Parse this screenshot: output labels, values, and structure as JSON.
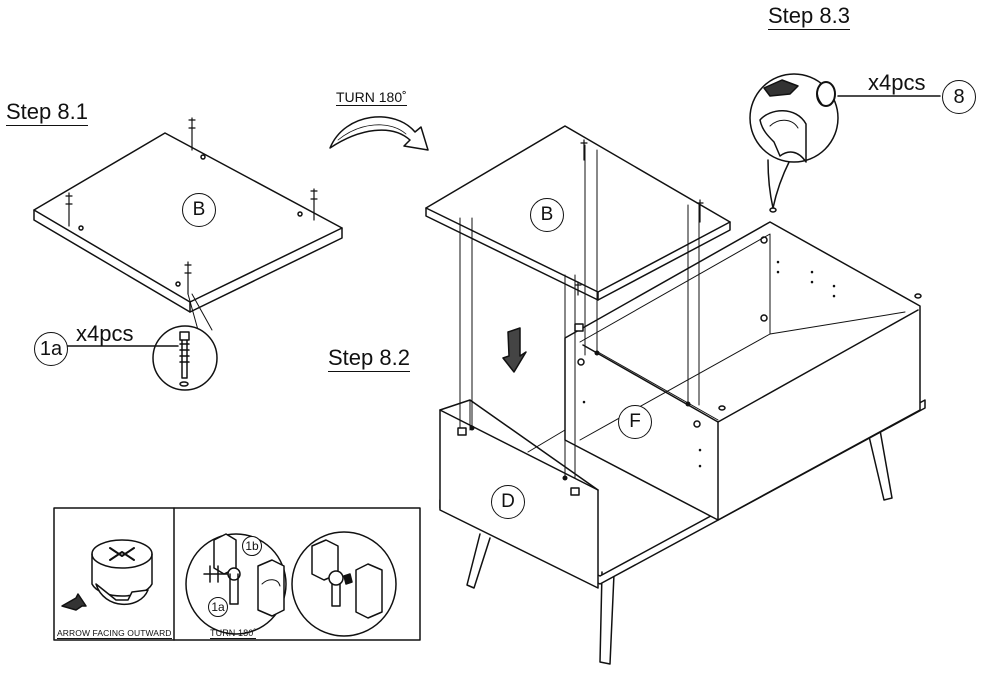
{
  "steps": {
    "step_8_1": "Step 8.1",
    "step_8_2": "Step 8.2",
    "step_8_3": "Step 8.3"
  },
  "callouts": {
    "hw_1a": "1a",
    "hw_1b": "1b",
    "hw_8": "8",
    "qty_1a": "x4pcs",
    "qty_8": "x4pcs",
    "inset_1a": "1a",
    "inset_1b": "1b"
  },
  "parts": {
    "b_81": "B",
    "b_82": "B",
    "d": "D",
    "f": "F"
  },
  "captions": {
    "turn_main": "TURN 180˚",
    "turn_inset": "TURN 180˚",
    "arrow_outward": "ARROW FACING OUTWARD"
  }
}
